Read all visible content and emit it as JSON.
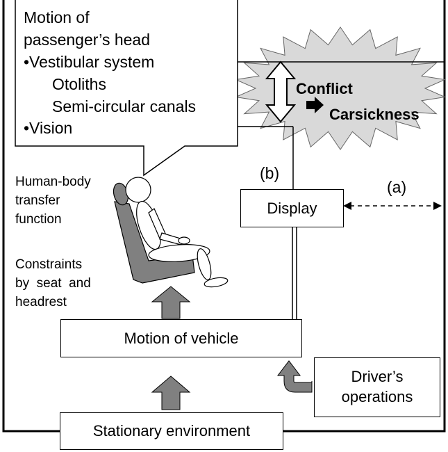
{
  "head_box": {
    "title_line1": "Motion of",
    "title_line2": "passenger’s head",
    "vestibular": "•Vestibular system",
    "otoliths": "Otoliths",
    "canals": "Semi-circular canals",
    "vision": "•Vision"
  },
  "conflict": {
    "conflict_label": "Conflict",
    "carsickness_label": "Carsickness"
  },
  "labels": {
    "path_b": "(b)",
    "path_a": "(a)",
    "transfer_line1": "Human-body",
    "transfer_line2": "transfer",
    "transfer_line3": "function",
    "constraints_line1": "Constraints",
    "constraints_line2": "by  seat  and",
    "constraints_line3": "headrest"
  },
  "boxes": {
    "display": "Display",
    "vehicle": "Motion of vehicle",
    "driver_line1": "Driver’s",
    "driver_line2": "operations",
    "environment": "Stationary environment"
  },
  "colors": {
    "gray_fill": "#808080",
    "burst_fill": "#d9d9d9"
  }
}
